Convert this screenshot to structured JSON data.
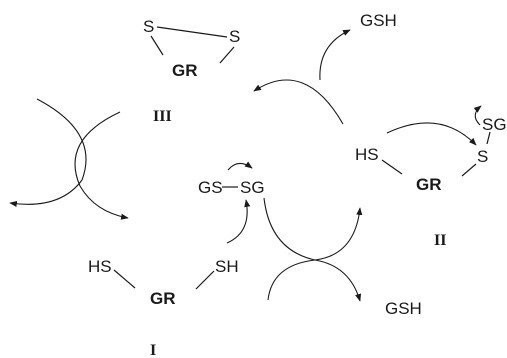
{
  "species": {
    "I": {
      "numeral": "I",
      "enzyme": "GR",
      "left_thiol": "HS",
      "right_thiol": "SH"
    },
    "II": {
      "numeral": "II",
      "enzyme": "GR",
      "thiol": "HS",
      "sulfur": "S",
      "glutathione": "SG"
    },
    "III": {
      "numeral": "III",
      "enzyme": "GR",
      "sulfur_left": "S",
      "sulfur_right": "S"
    }
  },
  "reagents": {
    "oxidized_glutathione": {
      "left": "GS",
      "right": "SG"
    },
    "released_glutathione_top": "GSH",
    "released_glutathione_bottom": "GSH"
  }
}
